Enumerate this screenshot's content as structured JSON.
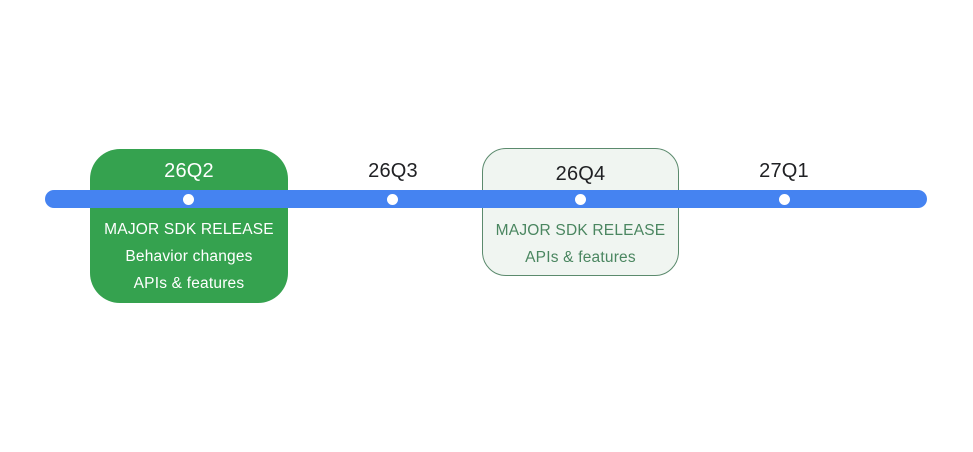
{
  "timeline": {
    "bar": {
      "color": "#4583F1",
      "dot_color": "#FFFFFF"
    },
    "colors": {
      "filled_card_bg": "#35A24F",
      "filled_card_text": "#FFFFFF",
      "outlined_card_bg": "#F0F5F1",
      "outlined_card_border": "#5B8A6D",
      "outlined_card_text": "#4A8660",
      "label_text": "#202124"
    },
    "milestones": [
      {
        "label": "26Q2",
        "type": "filled-card",
        "lines": [
          "MAJOR SDK RELEASE",
          "Behavior changes",
          "APIs & features"
        ]
      },
      {
        "label": "26Q3",
        "type": "tick"
      },
      {
        "label": "26Q4",
        "type": "outlined-card",
        "lines": [
          "MAJOR SDK RELEASE",
          "APIs & features"
        ]
      },
      {
        "label": "27Q1",
        "type": "tick"
      }
    ]
  }
}
